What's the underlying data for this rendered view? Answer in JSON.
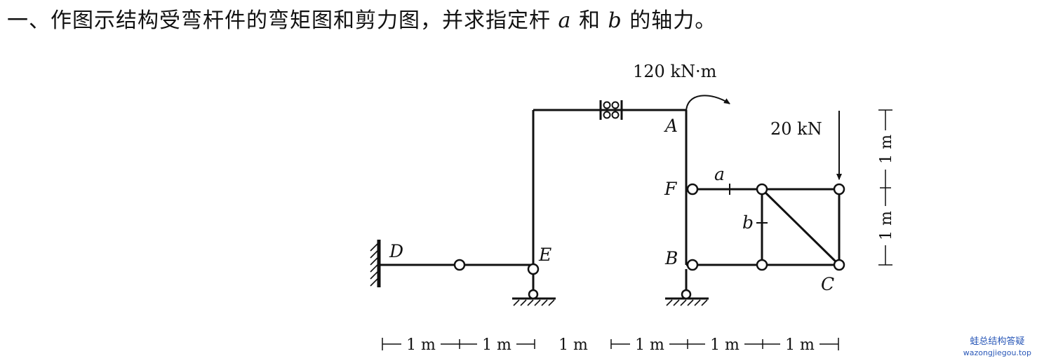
{
  "problem": {
    "prefix": "一、作图示结构受弯杆件的弯矩图和剪力图，并求指定杆 ",
    "var_a": "a",
    "mid": " 和 ",
    "var_b": "b",
    "suffix": " 的轴力。"
  },
  "loads": {
    "moment": "120 kN·m",
    "force": "20 kN"
  },
  "nodes": {
    "A": "A",
    "B": "B",
    "C": "C",
    "D": "D",
    "E": "E",
    "F": "F"
  },
  "members": {
    "a": "a",
    "b": "b"
  },
  "dims": {
    "horizontal": [
      "1 m",
      "1 m",
      "1 m",
      "1 m",
      "1 m",
      "1 m"
    ],
    "vertical": [
      "1 m",
      "1 m"
    ]
  },
  "watermark": {
    "name": "蛙总结构答疑",
    "site": "wazongjiegou.top"
  },
  "colors": {
    "ink": "#111111",
    "watermark": "#2a58b8"
  }
}
